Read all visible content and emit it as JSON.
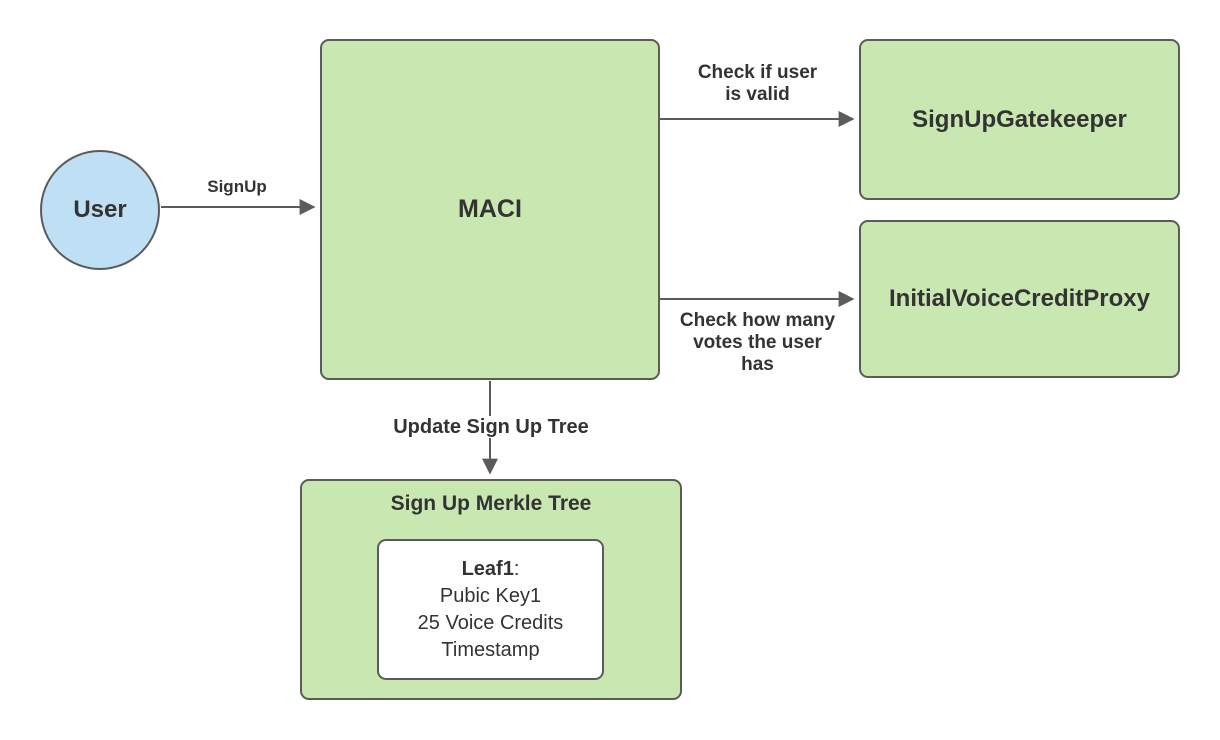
{
  "colors": {
    "node_fill_green": "#c9e7b1",
    "node_fill_blue": "#bedff4",
    "stroke": "#5b5b5b",
    "text": "#333333",
    "background": "#ffffff"
  },
  "nodes": {
    "user": {
      "label": "User"
    },
    "maci": {
      "label": "MACI"
    },
    "signup_gatekeeper": {
      "label": "SignUpGatekeeper"
    },
    "initial_voice_credit_proxy": {
      "label": "InitialVoiceCreditProxy"
    },
    "signup_merkle_tree": {
      "title": "Sign Up Merkle Tree"
    },
    "leaf1": {
      "name": "Leaf1",
      "separator": ":",
      "lines": [
        "Pubic Key1",
        "25 Voice Credits",
        "Timestamp"
      ]
    }
  },
  "edges": {
    "signup": {
      "label": "SignUp"
    },
    "check_valid": {
      "lines": [
        "Check if user",
        "is valid"
      ]
    },
    "check_votes": {
      "lines": [
        "Check how many",
        "votes the user",
        "has"
      ]
    },
    "update_tree": {
      "label": "Update Sign Up Tree"
    }
  }
}
